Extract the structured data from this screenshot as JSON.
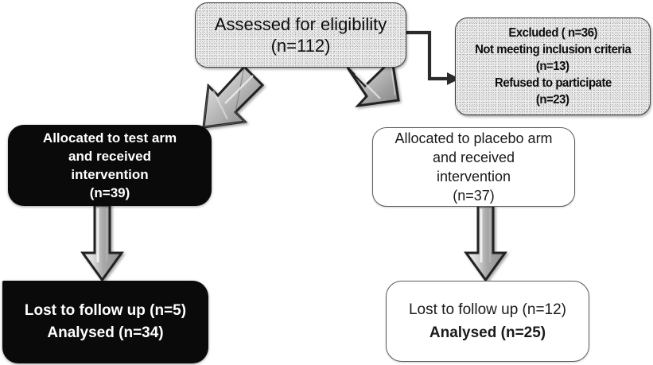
{
  "diagram": {
    "title": "CONSORT participant flow diagram",
    "background": "#ffffff"
  },
  "colors": {
    "dark_box_fill": "#0a0a0a",
    "dark_box_text": "#ffffff",
    "plain_box_fill": "#ffffff",
    "plain_box_border": "#5d5d5d",
    "textured_box_fill": "#ececec",
    "textured_box_border": "#3b3b3b",
    "arrow_fill": "#9e9e9e",
    "arrow_highlight": "#e4e4e4",
    "arrow_outline": "#2b2b2b",
    "connector_line": "#2b2b2b"
  },
  "nodes": {
    "assessed": {
      "lines": [
        "Assessed for eligibility",
        "(n=112)"
      ],
      "style": "textured"
    },
    "excluded": {
      "lines": [
        "Excluded ( n=36)",
        "Not meeting inclusion criteria",
        "(n=13)",
        "Refused to participate",
        "(n=23)"
      ],
      "style": "textured"
    },
    "test_arm": {
      "lines": [
        "Allocated to test arm",
        "and received",
        "intervention",
        "(n=39)"
      ],
      "style": "dark"
    },
    "placebo_arm": {
      "lines": [
        "Allocated to placebo arm",
        "and received",
        "intervention",
        "(n=37)"
      ],
      "style": "plain"
    },
    "test_outcome": {
      "lines": [
        "Lost to follow up (n=5)",
        "Analysed (n=34)"
      ],
      "style": "dark"
    },
    "placebo_outcome": {
      "lines": [
        "Lost to follow up (n=12)",
        "Analysed (n=25)"
      ],
      "style": "plain"
    }
  },
  "connectors": [
    {
      "name": "assessed-to-excluded",
      "type": "elbow-line-arrow",
      "from": "assessed",
      "to": "excluded"
    },
    {
      "name": "assessed-to-test-arm",
      "type": "block-arrow-diagonal-down-left",
      "from": "assessed",
      "to": "test_arm"
    },
    {
      "name": "assessed-to-placebo-arm",
      "type": "block-arrow-diagonal-down-right",
      "from": "assessed",
      "to": "placebo_arm"
    },
    {
      "name": "test-arm-to-outcome",
      "type": "block-arrow-vertical",
      "from": "test_arm",
      "to": "test_outcome"
    },
    {
      "name": "placebo-arm-to-outcome",
      "type": "block-arrow-vertical",
      "from": "placebo_arm",
      "to": "placebo_outcome"
    }
  ],
  "counts": {
    "assessed_for_eligibility": 112,
    "excluded_total": 36,
    "not_meeting_inclusion_criteria": 13,
    "refused_to_participate": 23,
    "allocated_test_arm": 39,
    "allocated_placebo_arm": 37,
    "test_lost_to_follow_up": 5,
    "test_analysed": 34,
    "placebo_lost_to_follow_up": 12,
    "placebo_analysed": 25
  }
}
